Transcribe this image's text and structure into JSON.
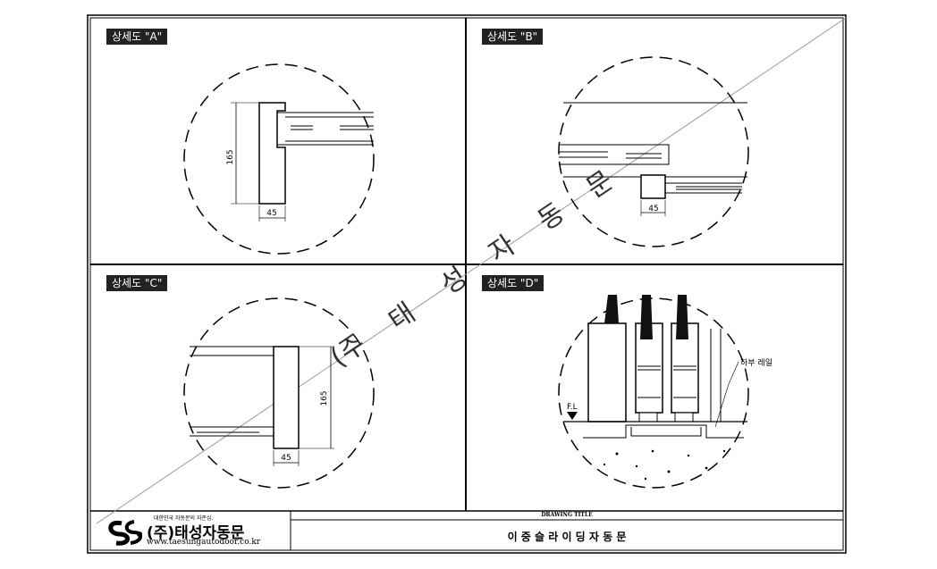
{
  "panels": {
    "a": {
      "label": "상세도 \"A\"",
      "dim_h": "165",
      "dim_w": "45"
    },
    "b": {
      "label": "상세도 \"B\"",
      "dim_w": "45"
    },
    "c": {
      "label": "상세도 \"C\"",
      "dim_h": "165",
      "dim_w": "45"
    },
    "d": {
      "label": "상세도 \"D\"",
      "rail_note": "하부 레일",
      "fl_mark": "F.L"
    }
  },
  "watermark": [
    "(주",
    "태",
    "성",
    "자",
    "동",
    "문"
  ],
  "title_block": {
    "company_tagline": "대한민국 자동문의 자존심.",
    "company_name": "(주)태성자동문",
    "website": "www.taesungautodoor.co.kr",
    "drawing_title_caption": "DRAWING TITLE",
    "drawing_title": "이 중 슬 라 이 딩 자 동 문"
  }
}
